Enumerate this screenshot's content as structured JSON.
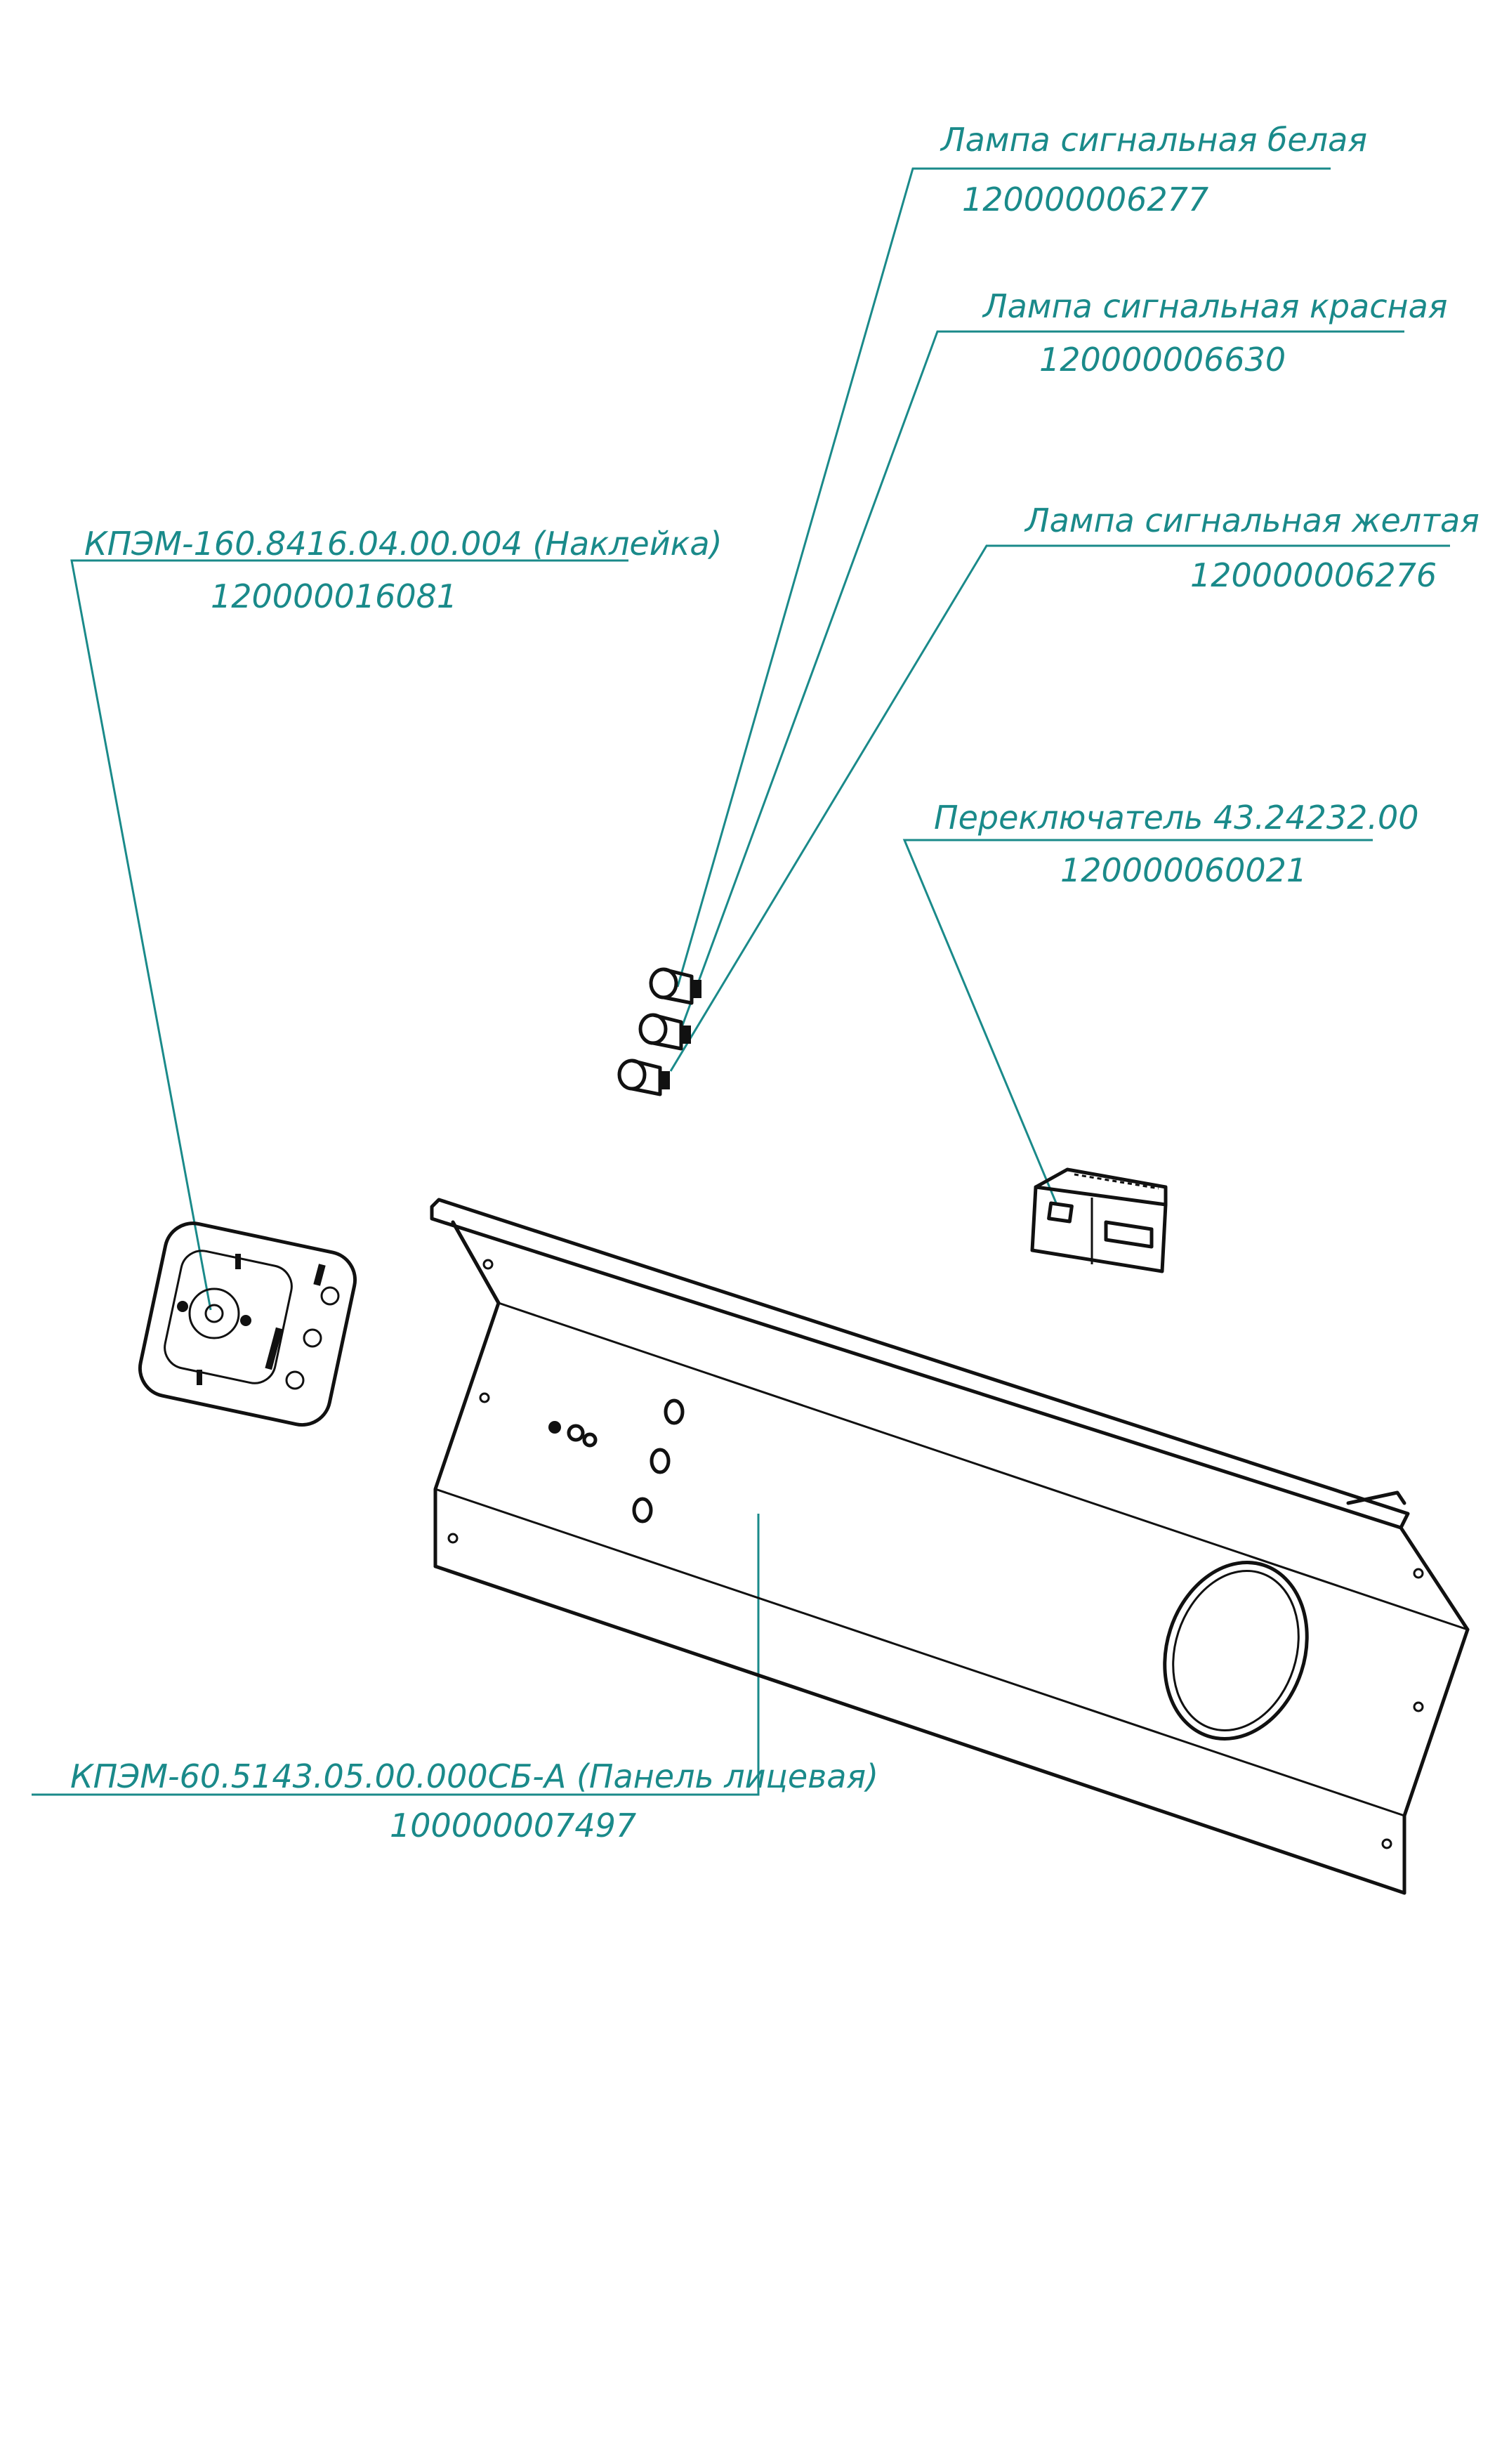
{
  "colors": {
    "leader": "#1a8a8a",
    "line_art": "#111111",
    "background": "#ffffff"
  },
  "callouts": {
    "lamp_white": {
      "name": "Лампа сигнальная белая",
      "code": "120000006277"
    },
    "lamp_red": {
      "name": "Лампа сигнальная красная",
      "code": "120000006630"
    },
    "lamp_yellow": {
      "name": "Лампа сигнальная желтая",
      "code": "120000006276"
    },
    "sticker": {
      "name": "КПЭМ-160.8416.04.00.004 (Наклейка)",
      "code": "120000016081"
    },
    "switch": {
      "name": "Переключатель 43.24232.00",
      "code": "120000060021"
    },
    "front_panel": {
      "name": "КПЭМ-60.5143.05.00.000СБ-А (Панель лицевая)",
      "code": "100000007497"
    }
  }
}
